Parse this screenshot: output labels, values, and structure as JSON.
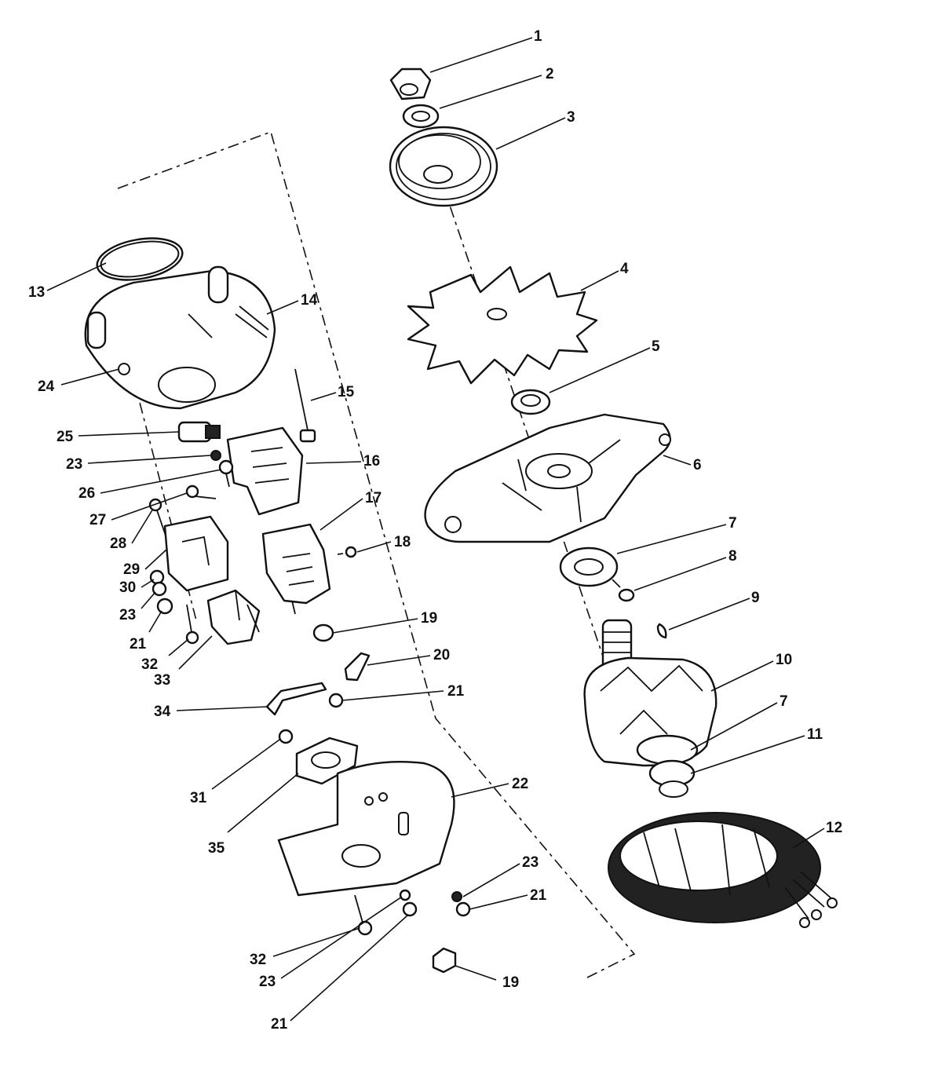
{
  "callouts": [
    {
      "id": "c1",
      "label": "1"
    },
    {
      "id": "c2",
      "label": "2"
    },
    {
      "id": "c3",
      "label": "3"
    },
    {
      "id": "c4",
      "label": "4"
    },
    {
      "id": "c5",
      "label": "5"
    },
    {
      "id": "c6",
      "label": "6"
    },
    {
      "id": "c7a",
      "label": "7"
    },
    {
      "id": "c8",
      "label": "8"
    },
    {
      "id": "c9",
      "label": "9"
    },
    {
      "id": "c10",
      "label": "10"
    },
    {
      "id": "c7b",
      "label": "7"
    },
    {
      "id": "c11",
      "label": "11"
    },
    {
      "id": "c12",
      "label": "12"
    },
    {
      "id": "c13",
      "label": "13"
    },
    {
      "id": "c14",
      "label": "14"
    },
    {
      "id": "c24",
      "label": "24"
    },
    {
      "id": "c15",
      "label": "15"
    },
    {
      "id": "c25",
      "label": "25"
    },
    {
      "id": "c23a",
      "label": "23"
    },
    {
      "id": "c16",
      "label": "16"
    },
    {
      "id": "c26",
      "label": "26"
    },
    {
      "id": "c27",
      "label": "27"
    },
    {
      "id": "c17",
      "label": "17"
    },
    {
      "id": "c28",
      "label": "28"
    },
    {
      "id": "c18",
      "label": "18"
    },
    {
      "id": "c29",
      "label": "29"
    },
    {
      "id": "c30",
      "label": "30"
    },
    {
      "id": "c23b",
      "label": "23"
    },
    {
      "id": "c21a",
      "label": "21"
    },
    {
      "id": "c19a",
      "label": "19"
    },
    {
      "id": "c32a",
      "label": "32"
    },
    {
      "id": "c33",
      "label": "33"
    },
    {
      "id": "c20",
      "label": "20"
    },
    {
      "id": "c21b",
      "label": "21"
    },
    {
      "id": "c34",
      "label": "34"
    },
    {
      "id": "c22",
      "label": "22"
    },
    {
      "id": "c31",
      "label": "31"
    },
    {
      "id": "c35",
      "label": "35"
    },
    {
      "id": "c23c",
      "label": "23"
    },
    {
      "id": "c21c",
      "label": "21"
    },
    {
      "id": "c32b",
      "label": "32"
    },
    {
      "id": "c23d",
      "label": "23"
    },
    {
      "id": "c19b",
      "label": "19"
    },
    {
      "id": "c21d",
      "label": "21"
    }
  ]
}
